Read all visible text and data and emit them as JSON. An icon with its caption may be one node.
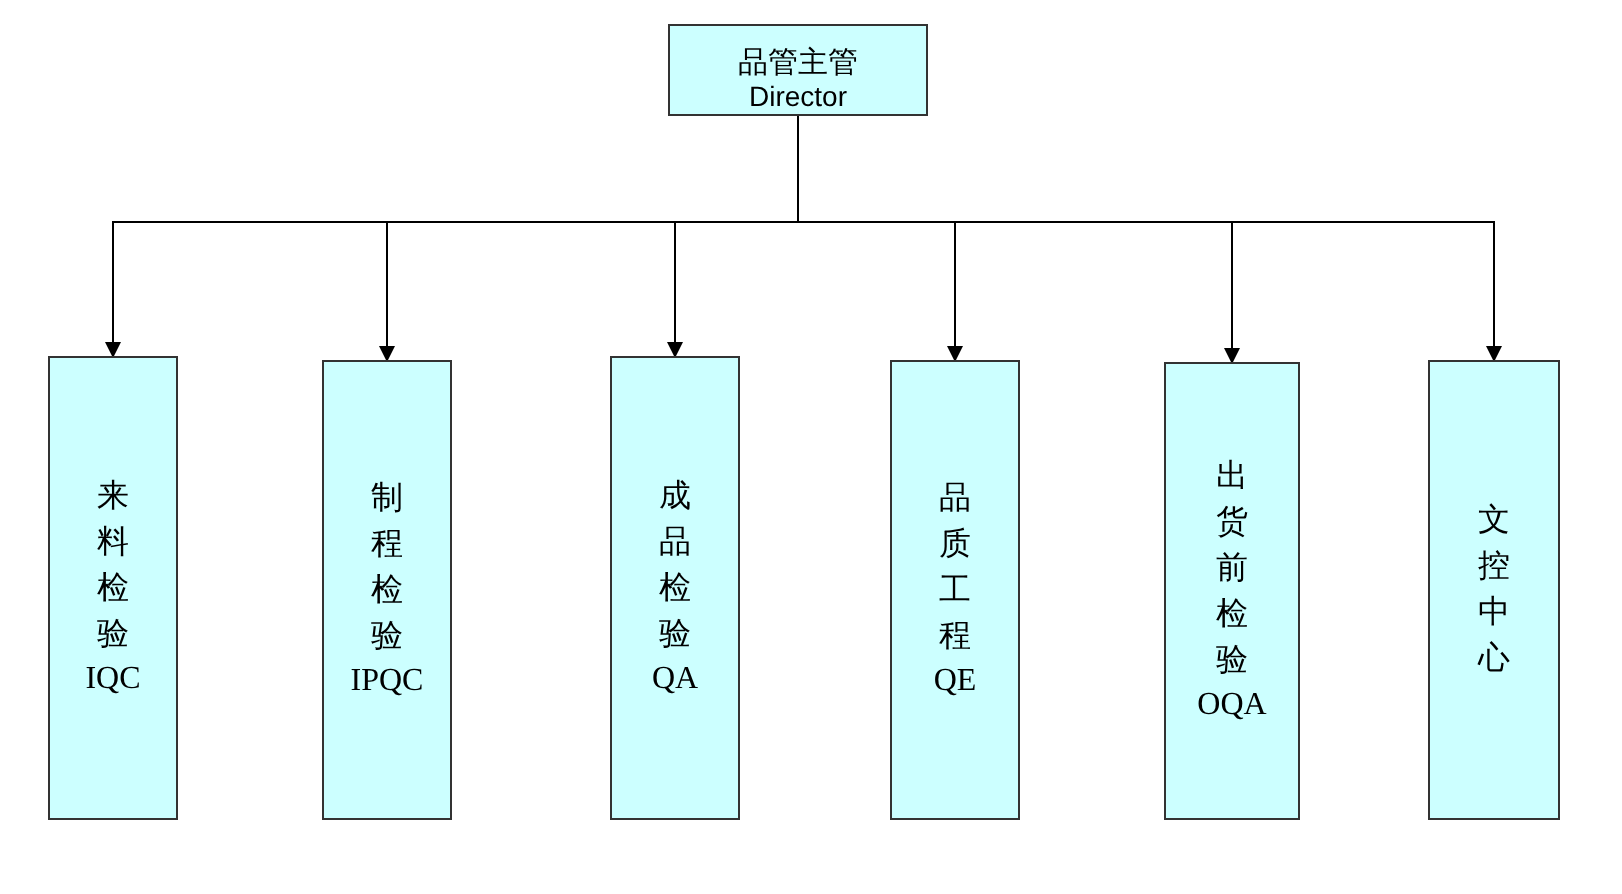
{
  "diagram": {
    "nodes": [
      {
        "text": [
          "品管主管",
          "Director"
        ]
      },
      {
        "text": [
          "来料检验",
          "IQC"
        ]
      },
      {
        "text": [
          "制程检验",
          "IPQC"
        ]
      },
      {
        "text": [
          "成品检验",
          "QA"
        ]
      },
      {
        "text": [
          "品质工程",
          "QE"
        ]
      },
      {
        "text": [
          "出货前检验",
          "OQA"
        ]
      },
      {
        "text": [
          "文控中心"
        ]
      }
    ],
    "edges": [
      {
        "from": 0,
        "to": 1,
        "arrow": "to"
      },
      {
        "from": 0,
        "to": 2,
        "arrow": "to"
      },
      {
        "from": 0,
        "to": 3,
        "arrow": "to"
      },
      {
        "from": 0,
        "to": 4,
        "arrow": "to"
      },
      {
        "from": 0,
        "to": 5,
        "arrow": "to"
      },
      {
        "from": 0,
        "to": 6,
        "arrow": "to"
      }
    ]
  }
}
